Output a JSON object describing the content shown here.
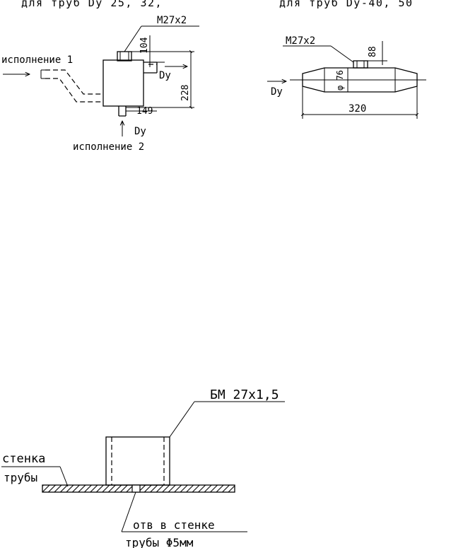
{
  "drawing_1": {
    "header": "для  труб Dy 25, 32,",
    "thread": "M27x2",
    "dim_top": "104",
    "dim_height": "228",
    "dim_bottom": "149",
    "variant_1": "исполнение 1",
    "variant_2": "исполнение 2",
    "flow_label_side": "Dy",
    "flow_label_bottom": "Dy"
  },
  "drawing_2": {
    "header": "для  труб  Dy-40, 50",
    "thread": "M27x2",
    "dim_top": "88",
    "dim_diameter": "φ 76",
    "dim_length": "320",
    "flow_label": "Dy"
  },
  "drawing_3": {
    "thread": "БМ 27x1,5",
    "wall_label_line1": "стенка",
    "wall_label_line2": "трубы",
    "hole_label_line1": "отв в стенке",
    "hole_label_line2": "трубы Φ5мм"
  }
}
